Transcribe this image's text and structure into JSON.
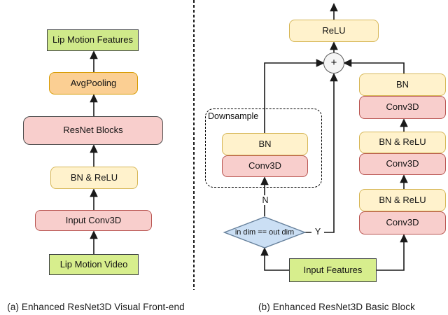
{
  "diagram": {
    "left_panel": {
      "caption": "(a) Enhanced ResNet3D Visual Front-end",
      "nodes": {
        "lip_motion_features": "Lip Motion Features",
        "avg_pooling": "AvgPooling",
        "resnet_blocks": "ResNet Blocks",
        "bn_relu": "BN & ReLU",
        "input_conv3d": "Input Conv3D",
        "lip_motion_video": "Lip Motion Video"
      }
    },
    "right_panel": {
      "caption": "(b) Enhanced ResNet3D Basic Block",
      "output_relu": "ReLU",
      "sum_operator": "+",
      "downsample_group": {
        "label": "Downsample",
        "bn": "BN",
        "conv3d": "Conv3D"
      },
      "main_branch": {
        "bn": "BN",
        "conv3d_top": "Conv3D",
        "bn_relu_mid": "BN & ReLU",
        "conv3d_mid": "Conv3D",
        "bn_relu_bot": "BN & ReLU",
        "conv3d_bot": "Conv3D"
      },
      "decision": {
        "condition": "in dim == out dim",
        "no_label": "N",
        "yes_label": "Y"
      },
      "input_features": "Input Features"
    },
    "colors": {
      "lime_fill": "#cfe98a",
      "lime_stroke": "#3c4043",
      "yellow_fill": "#fff2cc",
      "yellow_stroke": "#d6b656",
      "red_fill": "#f8cecc",
      "red_stroke": "#b85450",
      "orange_fill": "#fbcf93",
      "orange_stroke": "#d79b00",
      "blue_fill": "#cbdff4",
      "blue_stroke": "#66809b",
      "sum_fill": "#f5f5f5",
      "line_color": "#1a1a1a"
    }
  }
}
